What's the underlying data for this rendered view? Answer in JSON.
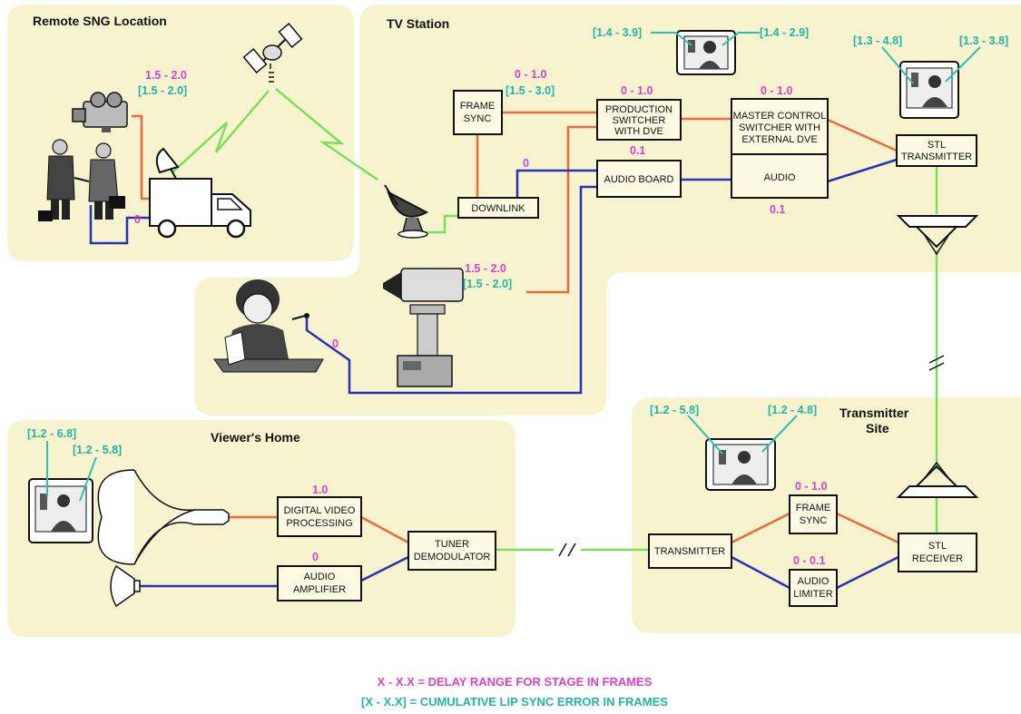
{
  "regions": {
    "remote": "Remote  SNG Location",
    "tv_station": "TV Station",
    "viewers_home": "Viewer's Home",
    "transmitter_site_1": "Transmitter",
    "transmitter_site_2": "Site"
  },
  "blocks": {
    "frame_sync_1": "FRAME",
    "frame_sync_2": "SYNC",
    "downlink": "DOWNLINK",
    "prod_sw_1": "PRODUCTION",
    "prod_sw_2": "SWITCHER",
    "prod_sw_3": "WITH DVE",
    "audio_board": "AUDIO BOARD",
    "mcs_1": "MASTER CONTROL",
    "mcs_2": "SWITCHER WITH",
    "mcs_3": "EXTERNAL DVE",
    "mcs_audio": "AUDIO",
    "stl_tx_1": "STL",
    "stl_tx_2": "TRANSMITTER",
    "dvp_1": "DIGITAL VIDEO",
    "dvp_2": "PROCESSING",
    "amp_1": "AUDIO",
    "amp_2": "AMPLIFIER",
    "tuner_1": "TUNER",
    "tuner_2": "DEMODULATOR",
    "transmitter": "TRANSMITTER",
    "ts_frame_sync_1": "FRAME",
    "ts_frame_sync_2": "SYNC",
    "limiter_1": "AUDIO",
    "limiter_2": "LIMITER",
    "stl_rx_1": "STL",
    "stl_rx_2": "RECEIVER"
  },
  "delays": {
    "sng": "1.5 - 2.0",
    "sng_audio": "0",
    "frame_sync": "0 - 1.0",
    "prod_switcher": "0 - 1.0",
    "audio_board": "0.1",
    "downlink_audio": "0",
    "master_control": "0 - 1.0",
    "mc_audio": "0.1",
    "camera": "1.5 - 2.0",
    "studio_audio": "0",
    "dvp": "1.0",
    "amp": "0",
    "ts_frame_sync": "0 - 1.0",
    "limiter": "0 - 0.1"
  },
  "errors": {
    "sng": "[1.5 - 2.0]",
    "frame_sync": "[1.5 - 3.0]",
    "camera": "[1.5 - 2.0]",
    "monitor_tv_left": "[1.4 - 3.9]",
    "monitor_tv_right": "[1.4 - 2.9]",
    "monitor_stl_left": "[1.3 - 4.8]",
    "monitor_stl_right": "[1.3 - 3.8]",
    "monitor_ts_left": "[1.2 - 5.8]",
    "monitor_ts_right": "[1.2 - 4.8]",
    "home_left": "[1.2 - 6.8]",
    "home_right": "[1.2 - 5.8]"
  },
  "legend": {
    "delay": "X - X.X = DELAY RANGE FOR STAGE IN FRAMES",
    "cumulative": "[X - X.X] = CUMULATIVE LIP SYNC ERROR IN FRAMES"
  },
  "colors": {
    "video_path": "#ee6a3a",
    "audio_path": "#2433b8",
    "rf_link": "#79e05a",
    "delay_text": "#e040c8",
    "error_text": "#21b5a8",
    "region_fill": "#f8f3cf"
  }
}
